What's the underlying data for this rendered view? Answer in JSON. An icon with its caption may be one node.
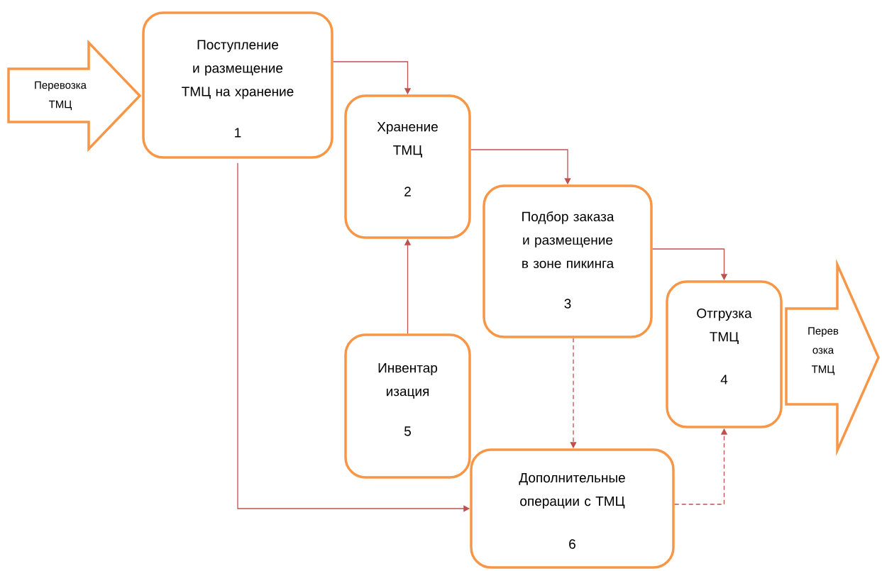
{
  "diagram": {
    "nodes": [
      {
        "text": [
          "Перевозка ТМЦ"
        ]
      },
      {
        "text": [
          "Поступление и размещение ТМЦ на хранение",
          "1"
        ]
      },
      {
        "text": [
          "Хранение ТМЦ",
          "2"
        ]
      },
      {
        "text": [
          "Подбор заказа и размещение в зоне пикинга",
          "3"
        ]
      },
      {
        "text": [
          "Отгрузка ТМЦ",
          "4"
        ]
      },
      {
        "text": [
          "Перев озка ТМЦ"
        ]
      },
      {
        "text": [
          "Инвентар изация",
          "5"
        ]
      },
      {
        "text": [
          "Дополнительные операции с ТМЦ",
          "6"
        ]
      }
    ],
    "edges": [
      {
        "from": 1,
        "to": 2,
        "arrow": "to"
      },
      {
        "from": 2,
        "to": 3,
        "arrow": "to"
      },
      {
        "from": 3,
        "to": 4,
        "arrow": "to"
      },
      {
        "from": 6,
        "to": 2,
        "arrow": "to"
      },
      {
        "from": 1,
        "to": 7,
        "arrow": "to"
      },
      {
        "from": 3,
        "to": 7,
        "arrow": "to",
        "style": "dashed"
      },
      {
        "from": 7,
        "to": 4,
        "arrow": "to",
        "style": "dashed"
      }
    ]
  }
}
